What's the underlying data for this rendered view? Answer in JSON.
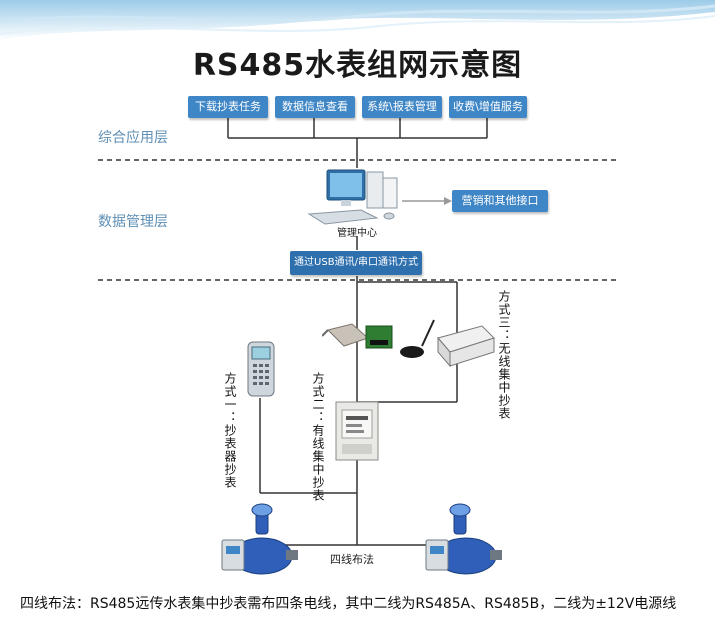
{
  "title": "RS485水表组网示意图",
  "app_buttons": [
    "下载抄表任务",
    "数据信息查看",
    "系统\\报表管理",
    "收费\\增值服务"
  ],
  "layers": {
    "application": "综合应用层",
    "data_management": "数据管理层"
  },
  "management_center": "管理中心",
  "interface_box": "营销和其他接口",
  "comm_box": "通过USB通讯/串口通讯方式",
  "methods": {
    "one": "方式一：抄表器抄表",
    "two": "方式二：有线集中抄表",
    "three": "方式三：无线集中抄表"
  },
  "wiring_label": "四线布法",
  "footer_note": "四线布法：RS485远传水表集中抄表需布四条电线，其中二线为RS485A、RS485B，二线为±12V电源线",
  "colors": {
    "accent": "#3f86c6",
    "layer_text": "#5f8fb4",
    "line": "#333333"
  }
}
